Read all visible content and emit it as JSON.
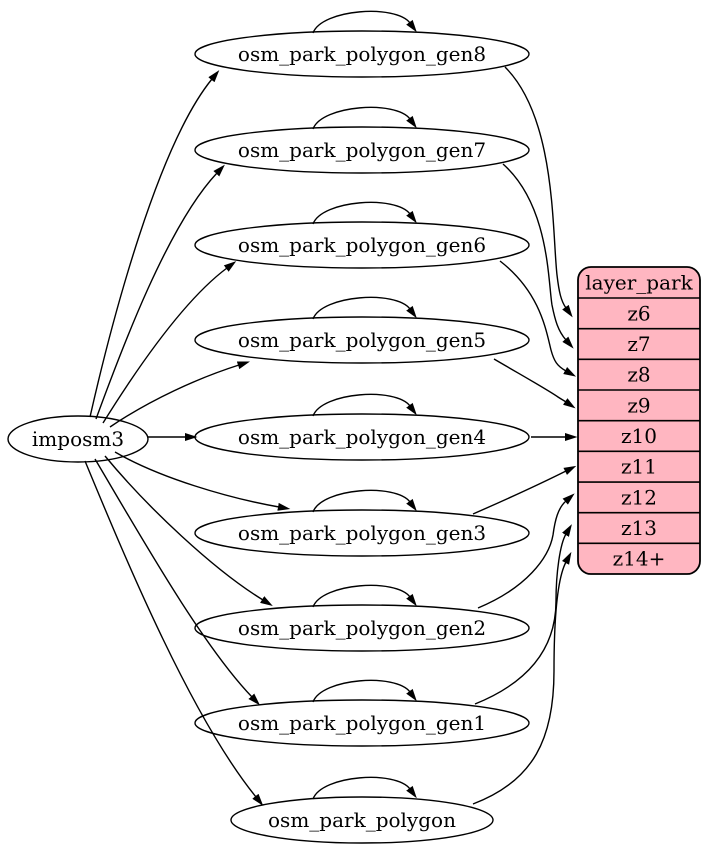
{
  "diagram": {
    "colors": {
      "background": "#ffffff",
      "node_fill": "#ffffff",
      "node_stroke": "#000000",
      "edge": "#000000",
      "table_fill": "#ffb6c1",
      "table_stroke": "#000000",
      "text": "#000000"
    },
    "source": {
      "id": "imposm3",
      "label": "imposm3"
    },
    "nodes": [
      {
        "id": "osm_park_polygon_gen8",
        "label": "osm_park_polygon_gen8"
      },
      {
        "id": "osm_park_polygon_gen7",
        "label": "osm_park_polygon_gen7"
      },
      {
        "id": "osm_park_polygon_gen6",
        "label": "osm_park_polygon_gen6"
      },
      {
        "id": "osm_park_polygon_gen5",
        "label": "osm_park_polygon_gen5"
      },
      {
        "id": "osm_park_polygon_gen4",
        "label": "osm_park_polygon_gen4"
      },
      {
        "id": "osm_park_polygon_gen3",
        "label": "osm_park_polygon_gen3"
      },
      {
        "id": "osm_park_polygon_gen2",
        "label": "osm_park_polygon_gen2"
      },
      {
        "id": "osm_park_polygon_gen1",
        "label": "osm_park_polygon_gen1"
      },
      {
        "id": "osm_park_polygon",
        "label": "osm_park_polygon"
      }
    ],
    "table": {
      "id": "layer_park",
      "header": "layer_park",
      "rows": [
        "z6",
        "z7",
        "z8",
        "z9",
        "z10",
        "z11",
        "z12",
        "z13",
        "z14+"
      ]
    },
    "edges": {
      "from_source": [
        "osm_park_polygon_gen8",
        "osm_park_polygon_gen7",
        "osm_park_polygon_gen6",
        "osm_park_polygon_gen5",
        "osm_park_polygon_gen4",
        "osm_park_polygon_gen3",
        "osm_park_polygon_gen2",
        "osm_park_polygon_gen1",
        "osm_park_polygon"
      ],
      "self_loops": [
        "osm_park_polygon_gen8",
        "osm_park_polygon_gen7",
        "osm_park_polygon_gen6",
        "osm_park_polygon_gen5",
        "osm_park_polygon_gen4",
        "osm_park_polygon_gen3",
        "osm_park_polygon_gen2",
        "osm_park_polygon_gen1",
        "osm_park_polygon"
      ],
      "to_table": [
        {
          "from": "osm_park_polygon_gen8",
          "to": "z6"
        },
        {
          "from": "osm_park_polygon_gen7",
          "to": "z7"
        },
        {
          "from": "osm_park_polygon_gen6",
          "to": "z8"
        },
        {
          "from": "osm_park_polygon_gen5",
          "to": "z9"
        },
        {
          "from": "osm_park_polygon_gen4",
          "to": "z10"
        },
        {
          "from": "osm_park_polygon_gen3",
          "to": "z11"
        },
        {
          "from": "osm_park_polygon_gen2",
          "to": "z12"
        },
        {
          "from": "osm_park_polygon_gen1",
          "to": "z13"
        },
        {
          "from": "osm_park_polygon",
          "to": "z14+"
        }
      ]
    }
  }
}
